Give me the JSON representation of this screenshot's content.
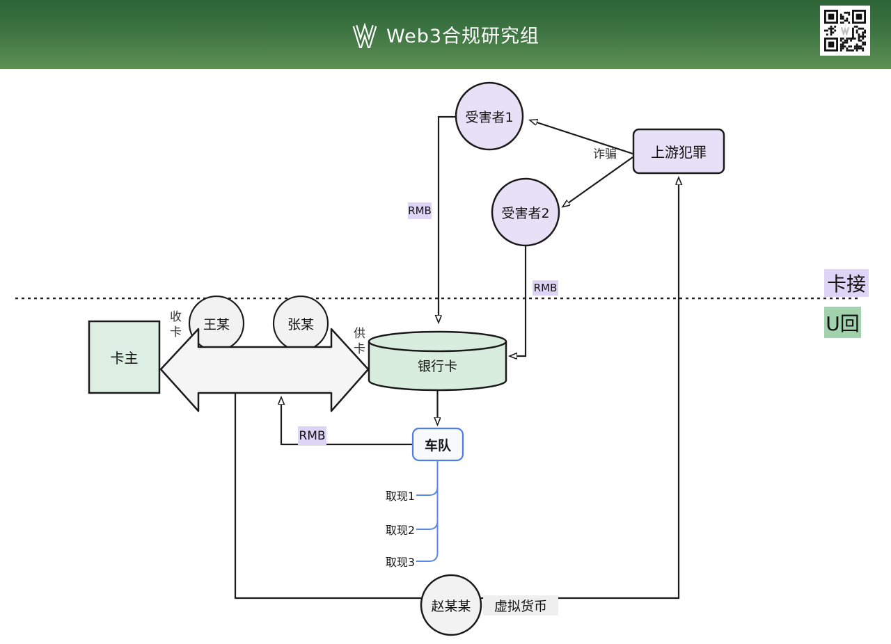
{
  "header": {
    "title": "Web3合规研究组",
    "logo_icon": "double-outline-w",
    "banner_top_color": "#2d6536",
    "banner_bottom_color": "#5e9054"
  },
  "diagram": {
    "nodes": {
      "victim1": {
        "label": "受害者1",
        "shape": "circle",
        "fill": "#e7e1f7"
      },
      "victim2": {
        "label": "受害者2",
        "shape": "circle",
        "fill": "#e7e1f7"
      },
      "upstream_crime": {
        "label": "上游犯罪",
        "shape": "rounded-rect",
        "fill": "#e7e1f7"
      },
      "card_owner": {
        "label": "卡主",
        "shape": "square",
        "fill": "#dcefe2"
      },
      "wang": {
        "label": "王某",
        "shape": "circle",
        "fill": "#f2f2f2"
      },
      "zhang": {
        "label": "张某",
        "shape": "circle",
        "fill": "#f2f2f2"
      },
      "bank_card": {
        "label": "银行卡",
        "shape": "cylinder",
        "fill": "#d9eddf"
      },
      "fleet": {
        "label": "车队",
        "shape": "rounded-rect",
        "border": "#4d7ce8",
        "fill": "#f8f9fa"
      },
      "zhao": {
        "label": "赵某某",
        "shape": "circle",
        "fill": "#f2f2f2"
      }
    },
    "edge_labels": {
      "fraud": "诈骗",
      "rmb_victim1": "RMB",
      "rmb_victim2": "RMB",
      "rmb_fleet": "RMB",
      "collect_card": "收卡",
      "supply_card": "供卡",
      "withdraw1": "取现1",
      "withdraw2": "取现2",
      "withdraw3": "取现3",
      "virtual_currency": "虚拟货币"
    },
    "side_annotations": {
      "above_dotted_line": "卡接",
      "below_dotted_line": "U回"
    },
    "colors": {
      "line": "#1a1a1a",
      "blue_accent": "#4d7ce8",
      "label_purple_bg": "#dcd5f5",
      "label_green_bg": "#a2d1ae",
      "label_gray_bg": "#efefef",
      "double_arrow_fill": "#f5f5f5"
    }
  }
}
